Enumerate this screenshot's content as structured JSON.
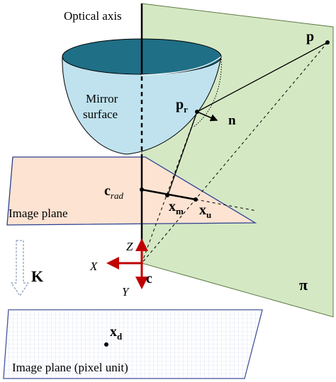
{
  "labels": {
    "optical_axis": "Optical axis",
    "mirror_line1": "Mirror",
    "mirror_line2": "surface",
    "image_plane": "Image plane",
    "image_plane_pixel": "Image plane (pixel unit)",
    "p": "p",
    "p_r_main": "p",
    "p_r_sub": "r",
    "n": "n",
    "c_rad_main": "c",
    "c_rad_sub": "rad",
    "x_m_main": "x",
    "x_m_sub": "m",
    "x_u_main": "x",
    "x_u_sub": "u",
    "x_d_main": "x",
    "x_d_sub": "d",
    "c": "c",
    "Z": "Z",
    "X": "X",
    "Y": "Y",
    "K": "K",
    "pi": "π"
  },
  "colors": {
    "green_plane": "#d5e8c4",
    "mirror_fill": "#bfe2ee",
    "mirror_top": "#1f6f86",
    "image_plane_fill": "#fde3d2",
    "image_plane_border": "#2d3f8f",
    "grid_line": "#b7c3e6",
    "axis_red": "#c00000",
    "dashed_arrow": "#6b84a8"
  }
}
